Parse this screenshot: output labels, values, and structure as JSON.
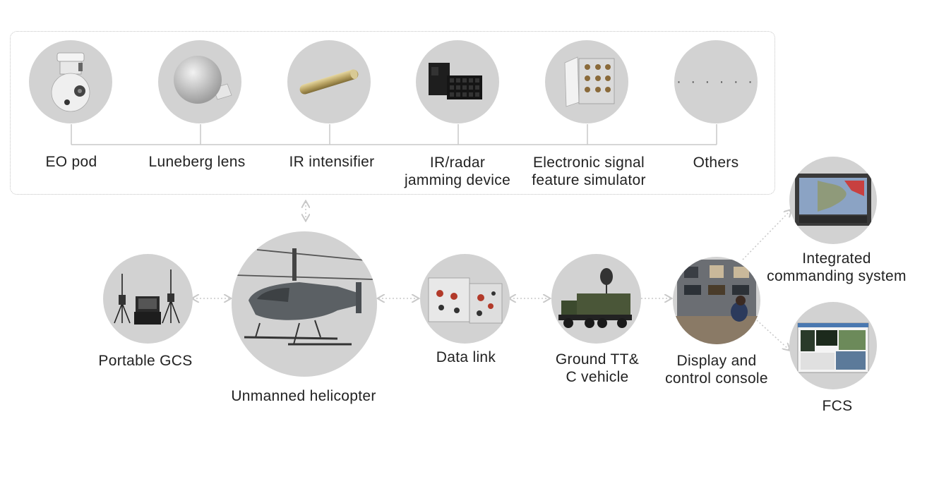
{
  "payloads": [
    {
      "label_lines": [
        "EO pod"
      ],
      "icon": "eo-pod-icon"
    },
    {
      "label_lines": [
        "Luneberg lens"
      ],
      "icon": "luneberg-lens-icon"
    },
    {
      "label_lines": [
        "IR intensifier"
      ],
      "icon": "ir-intensifier-icon"
    },
    {
      "label_lines": [
        "IR/radar",
        "jamming device"
      ],
      "icon": "jamming-device-icon"
    },
    {
      "label_lines": [
        "Electronic signal",
        "feature simulator"
      ],
      "icon": "signal-simulator-icon"
    },
    {
      "label_lines": [
        "Others"
      ],
      "icon": "ellipsis-icon",
      "dots": "· · · · · ·"
    }
  ],
  "system": {
    "portable_gcs": {
      "label_lines": [
        "Portable GCS"
      ],
      "icon": "antenna-tripods-icon"
    },
    "helicopter": {
      "label_lines": [
        "Unmanned helicopter"
      ],
      "icon": "helicopter-icon"
    },
    "data_link": {
      "label_lines": [
        "Data link"
      ],
      "icon": "data-link-module-icon"
    },
    "ground_vehicle": {
      "label_lines": [
        "Ground TT&",
        "C vehicle"
      ],
      "icon": "ground-vehicle-icon"
    },
    "console": {
      "label_lines": [
        "Display and",
        "control console"
      ],
      "icon": "control-console-icon"
    },
    "commanding": {
      "label_lines": [
        "Integrated",
        "commanding system"
      ],
      "icon": "command-screen-icon"
    },
    "fcs": {
      "label_lines": [
        "FCS"
      ],
      "icon": "fcs-screen-icon"
    }
  },
  "colors": {
    "circle_fill": "#d2d2d2",
    "connector": "#c8c8c8",
    "text": "#222222",
    "box_border": "#c4c4c4"
  }
}
